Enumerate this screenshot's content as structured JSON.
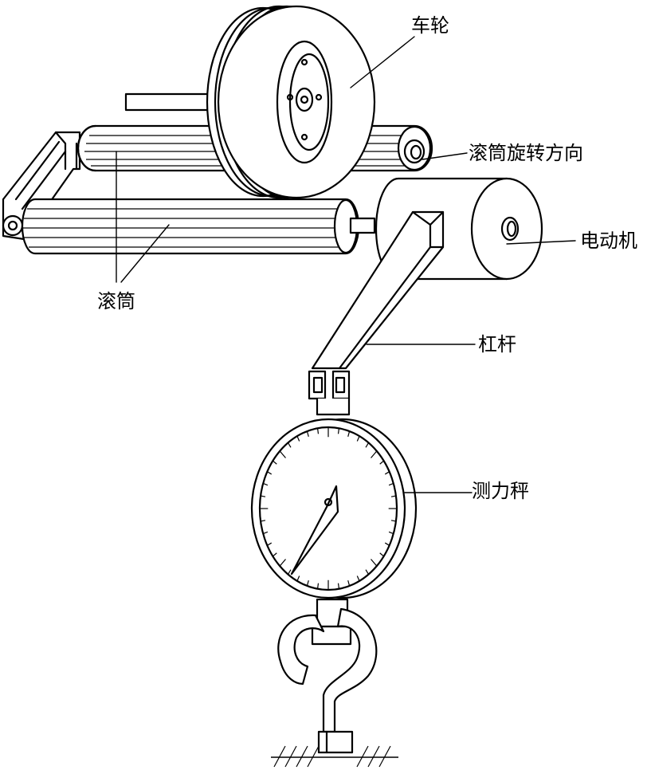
{
  "labels": {
    "wheel": "车轮",
    "roller_rotation_direction": "滚筒旋转方向",
    "motor": "电动机",
    "roller": "滚筒",
    "lever": "杠杆",
    "dynamometer": "测力秤"
  }
}
